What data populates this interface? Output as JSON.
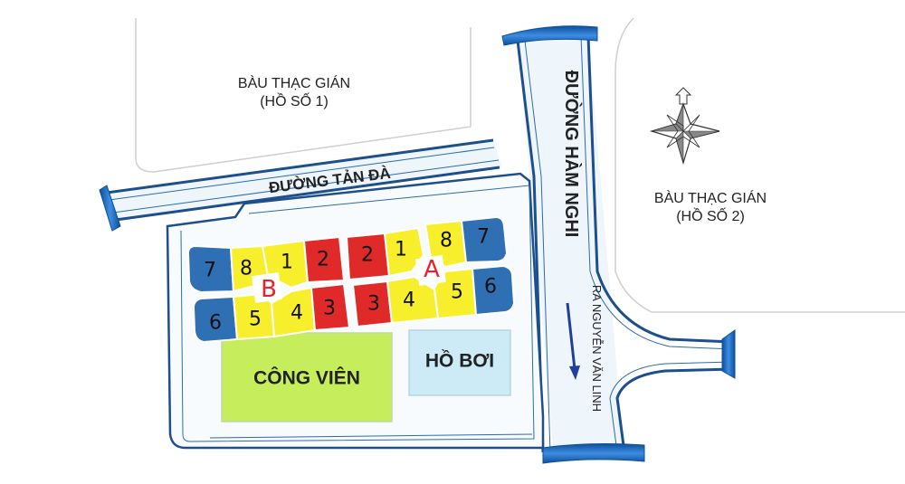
{
  "labels": {
    "lot_1": "BÀU THẠC GIÁN",
    "lot_1_sub": "(HỒ SỐ 1)",
    "lot_2": "BÀU THẠC GIÁN",
    "lot_2_sub": "(HỒ SỐ 2)",
    "road_tan_da": "ĐƯỜNG TẢN ĐÀ",
    "road_ham_nghi": "ĐƯỜNG HÀM NGHI",
    "exit_note": "RA NGUYỄN VĂN LINH",
    "park": "CÔNG VIÊN",
    "pool": "HỒ BƠI",
    "block_a": "A",
    "block_b": "B"
  },
  "units": {
    "b7": "7",
    "b8": "8",
    "b1": "1",
    "b2": "2",
    "b6": "6",
    "b5": "5",
    "b4": "4",
    "b3": "3",
    "a2": "2",
    "a1": "1",
    "a8": "8",
    "a7": "7",
    "a3": "3",
    "a4": "4",
    "a5": "5",
    "a6": "6"
  },
  "colors": {
    "road_line": "#1d4f8c",
    "road_fill": "#eef6fc",
    "unit_blue": "#2f6fb3",
    "unit_yellow": "#f7ef2b",
    "unit_red": "#e02a2a",
    "park": "#c6ee5c",
    "pool": "#cdeaf7",
    "block_letter": "#e8222a"
  },
  "icons": [
    "compass-rose-icon",
    "exit-arrow-icon"
  ]
}
